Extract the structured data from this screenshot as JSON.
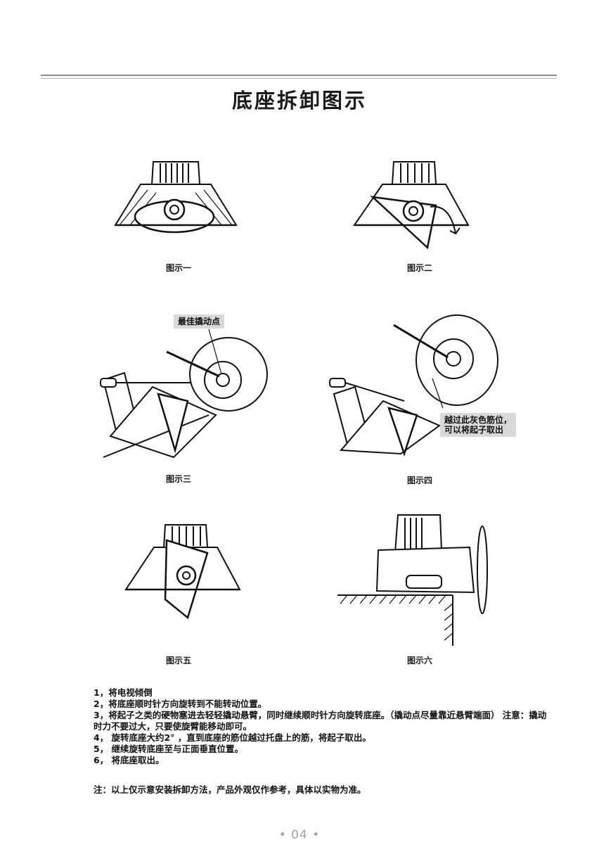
{
  "title": "底座拆卸图示",
  "figures": [
    {
      "caption": "图示一"
    },
    {
      "caption": "图示二"
    },
    {
      "caption": "图示三",
      "callout": "最佳撬动点"
    },
    {
      "caption": "图示四",
      "callout": [
        "越过此灰色筋位，",
        "可以将起子取出"
      ]
    },
    {
      "caption": "图示五"
    },
    {
      "caption": "图示六"
    }
  ],
  "steps": [
    "1，将电视倾倒",
    "2，将底座顺时针方向旋转到不能转动位置。",
    "3，将起子之类的硬物塞进去轻轻撬动悬臂，同时继续顺时针方向旋转底座。（撬动点尽量靠近悬臂端面）  注意：撬动时力不要过大，只要使旋臂能移动即可。",
    "4， 旋转底座大约2°  ，直到底座的筋位越过托盘上的筋，将起子取出。",
    "5， 继续旋转底座至与正面垂直位置。",
    "6， 将底座取出。"
  ],
  "note": "注：以上仅示意安装拆卸方法，产品外观仅作参考，具体以实物为准。",
  "page_number": "• 04 •"
}
